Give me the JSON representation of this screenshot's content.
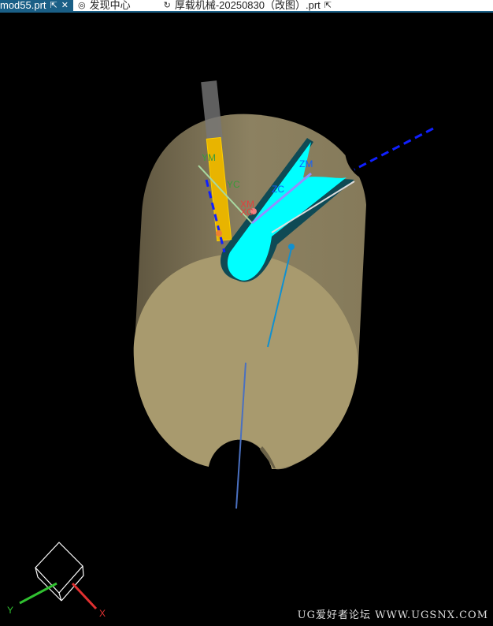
{
  "tabs": [
    {
      "label": "mod55.prt",
      "active": true
    },
    {
      "label": "发现中心",
      "active": false
    },
    {
      "label": "厚载机械-20250830（改图）.prt",
      "active": false
    }
  ],
  "viewport": {
    "labels": {
      "ym": "YM",
      "yc": "YC",
      "xm": "XM",
      "xc": "XC",
      "zc": "ZC",
      "zm": "ZM"
    },
    "triad": {
      "x": "X",
      "y": "Y"
    }
  },
  "watermark": "UG爱好者论坛 WWW.UGSNX.COM",
  "colors": {
    "part": "#a89a6e",
    "face": "#00ffff",
    "tool": "#e8b400",
    "active_tab": "#1a5f86"
  }
}
